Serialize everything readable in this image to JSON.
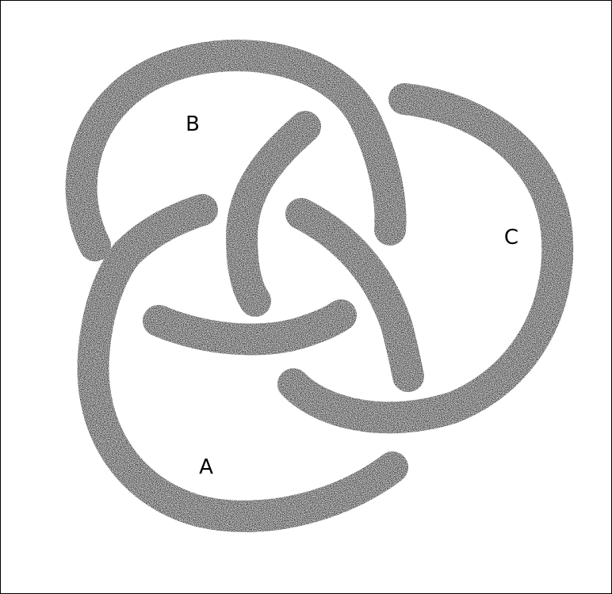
{
  "figure": {
    "labels": {
      "a": "A",
      "b": "B",
      "c": "C"
    },
    "colors": {
      "ink": "#000000",
      "background": "#ffffff"
    }
  }
}
